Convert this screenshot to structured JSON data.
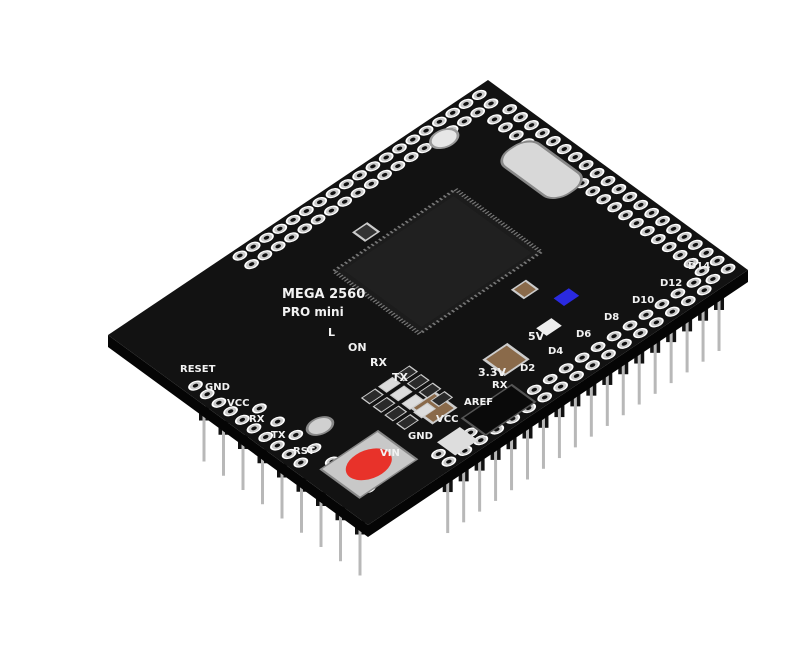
{
  "photo": {
    "subject": "MEGA 2560 PRO mini",
    "colors": {
      "pcb": "#111111",
      "silk": "#f2f2f2",
      "pad": "#c9c9c9",
      "button": "#e8322a",
      "led": "#2a2ae0",
      "pin": "#b8b8b8",
      "chip": "#1c1c1c",
      "crystal": "#d8d8d8"
    },
    "labels": {
      "model": "MEGA 2560",
      "variant": "PRO mini",
      "reset": "RESET",
      "led_l": "L",
      "led_on": "ON",
      "led_rx": "RX",
      "led_tx": "TX",
      "v33": "3.3V",
      "v5": "5V",
      "header_left": [
        "GND",
        "VCC",
        "RX",
        "TX",
        "RST"
      ],
      "header_bottom": [
        "VIN",
        "GND",
        "VCC",
        "AREF",
        "RX",
        "D2",
        "D4",
        "D6",
        "D8",
        "D10",
        "D12",
        "D14"
      ]
    }
  }
}
